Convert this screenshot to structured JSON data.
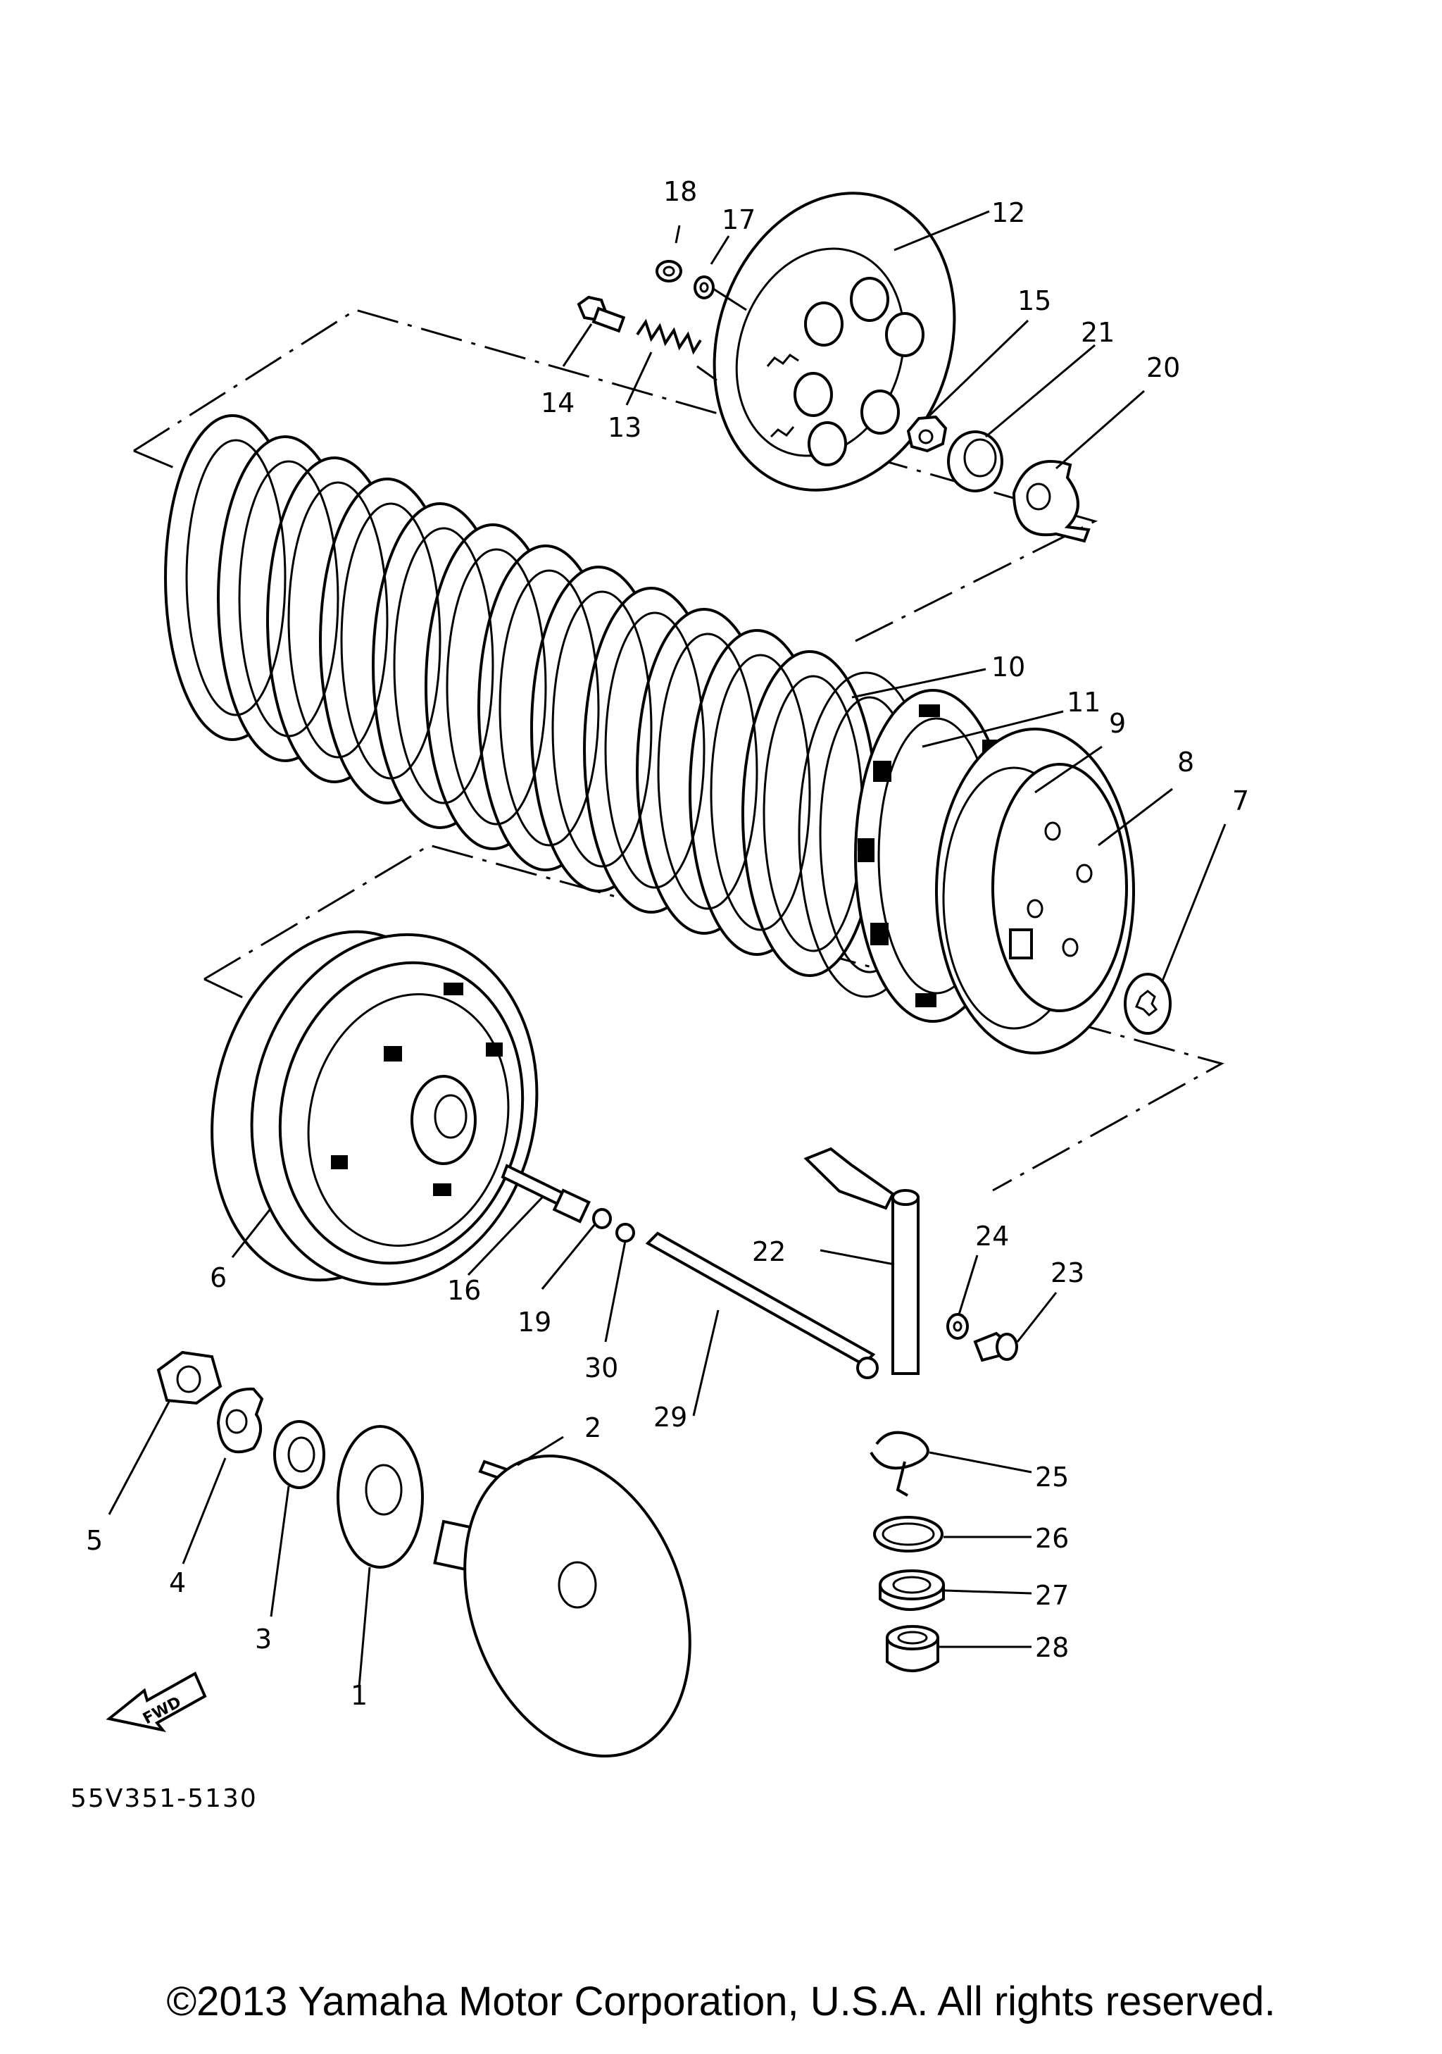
{
  "diagram_code": "55V351-5130",
  "fwd_text": "FWD",
  "copyright": "©2013 Yamaha Motor Corporation, U.S.A. All rights reserved.",
  "callouts": [
    "1",
    "2",
    "3",
    "4",
    "5",
    "6",
    "7",
    "8",
    "9",
    "10",
    "11",
    "12",
    "13",
    "14",
    "15",
    "16",
    "17",
    "18",
    "19",
    "20",
    "21",
    "22",
    "23",
    "24",
    "25",
    "26",
    "27",
    "28",
    "29",
    "30"
  ],
  "icons": {
    "fwd_arrow": "fwd-arrow-icon"
  }
}
